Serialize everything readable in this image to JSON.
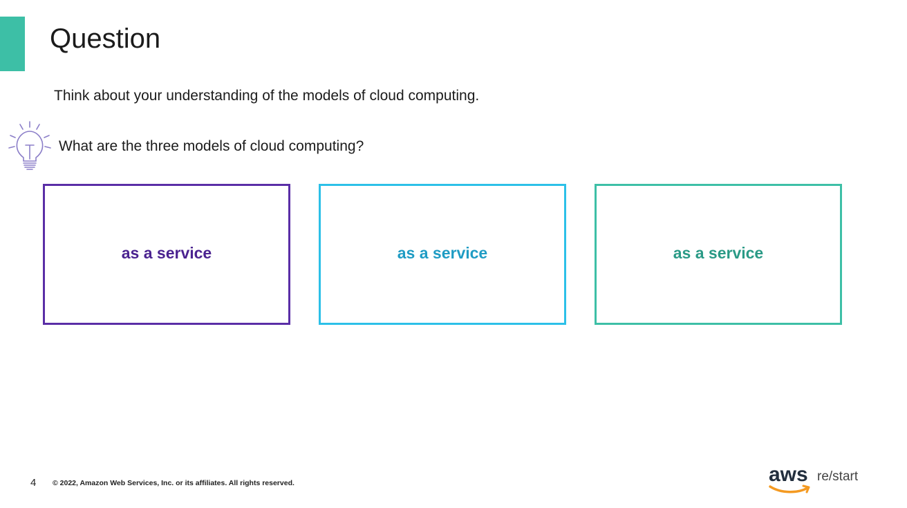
{
  "slide": {
    "title": "Question",
    "intro": "Think about your understanding of the models of cloud computing.",
    "question": "What are the three models of cloud computing?",
    "page_number": "4",
    "copyright": "© 2022, Amazon Web Services, Inc. or its affiliates. All rights reserved."
  },
  "cards": [
    {
      "label": "as a service",
      "color": "#5a2ea6"
    },
    {
      "label": "as a service",
      "color": "#2cc0e8"
    },
    {
      "label": "as a service",
      "color": "#3dbfa6"
    }
  ],
  "text_colors": [
    "#4b2390",
    "#1f9cc4",
    "#2a9a86"
  ],
  "logo": {
    "wordmark": "aws",
    "suffix": "re/start"
  },
  "colors": {
    "accent": "#3dbfa6",
    "bulb": "#8b7ec8",
    "smile": "#f49a22"
  }
}
